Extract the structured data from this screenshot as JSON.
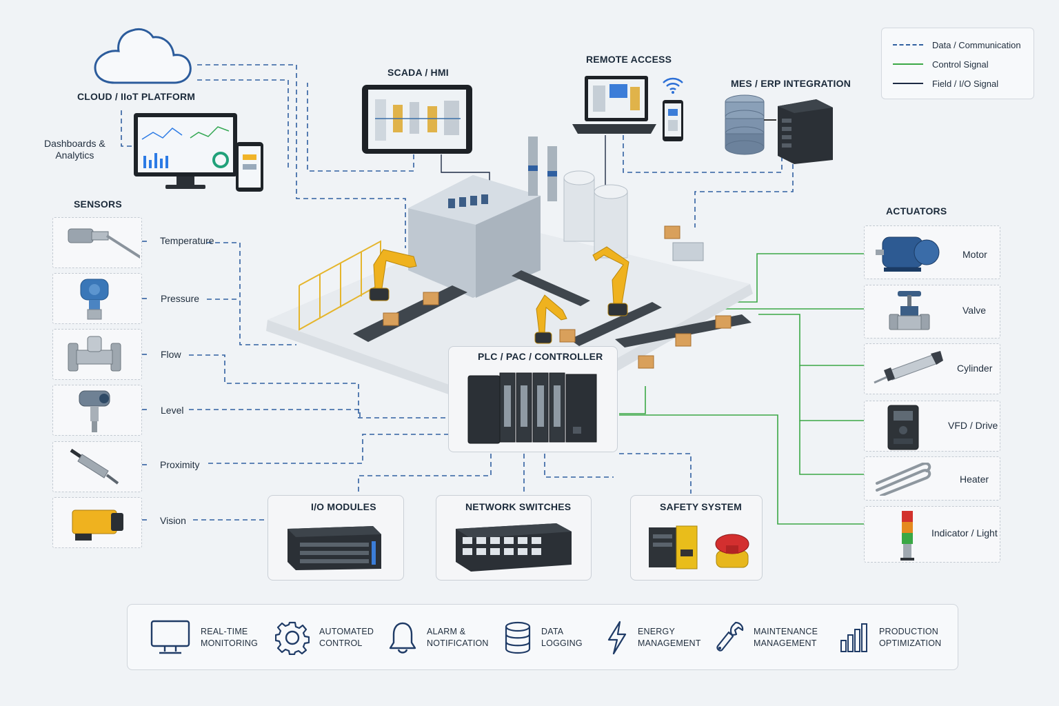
{
  "cloud": {
    "title": "CLOUD / IIoT PLATFORM",
    "dashboards_label": "Dashboards &\nAnalytics"
  },
  "scada": {
    "title": "SCADA / HMI"
  },
  "remote": {
    "title": "REMOTE ACCESS"
  },
  "mes": {
    "title": "MES / ERP INTEGRATION"
  },
  "legend": {
    "items": [
      {
        "label": "Data / Communication",
        "style": "dashed",
        "color": "#2f5fa0"
      },
      {
        "label": "Control Signal",
        "style": "solid",
        "color": "#3aa845"
      },
      {
        "label": "Field / I/O Signal",
        "style": "solid",
        "color": "#1c2a44"
      }
    ]
  },
  "sensors": {
    "title": "SENSORS",
    "items": [
      {
        "label": "Temperature",
        "icon": "temperature-probe-icon"
      },
      {
        "label": "Pressure",
        "icon": "pressure-transmitter-icon"
      },
      {
        "label": "Flow",
        "icon": "flow-meter-icon"
      },
      {
        "label": "Level",
        "icon": "level-sensor-icon"
      },
      {
        "label": "Proximity",
        "icon": "proximity-sensor-icon"
      },
      {
        "label": "Vision",
        "icon": "vision-camera-icon"
      }
    ]
  },
  "actuators": {
    "title": "ACTUATORS",
    "items": [
      {
        "label": "Motor",
        "icon": "motor-icon"
      },
      {
        "label": "Valve",
        "icon": "valve-icon"
      },
      {
        "label": "Cylinder",
        "icon": "cylinder-icon"
      },
      {
        "label": "VFD / Drive",
        "icon": "vfd-drive-icon"
      },
      {
        "label": "Heater",
        "icon": "heater-icon"
      },
      {
        "label": "Indicator / Light",
        "icon": "indicator-light-icon"
      }
    ]
  },
  "plc": {
    "title": "PLC / PAC / CONTROLLER"
  },
  "io_modules": {
    "title": "I/O MODULES"
  },
  "network": {
    "title": "NETWORK SWITCHES"
  },
  "safety": {
    "title": "SAFETY SYSTEM"
  },
  "features": [
    {
      "label": "REAL-TIME\nMONITORING",
      "icon": "monitor-icon"
    },
    {
      "label": "AUTOMATED\nCONTROL",
      "icon": "gear-icon"
    },
    {
      "label": "ALARM &\nNOTIFICATION",
      "icon": "bell-icon"
    },
    {
      "label": "DATA\nLOGGING",
      "icon": "database-icon"
    },
    {
      "label": "ENERGY\nMANAGEMENT",
      "icon": "lightning-icon"
    },
    {
      "label": "MAINTENANCE\nMANAGEMENT",
      "icon": "wrench-icon"
    },
    {
      "label": "PRODUCTION\nOPTIMIZATION",
      "icon": "bar-chart-icon"
    }
  ],
  "colors": {
    "data": "#2f5fa0",
    "control": "#3aa845",
    "field": "#1c2a44"
  }
}
